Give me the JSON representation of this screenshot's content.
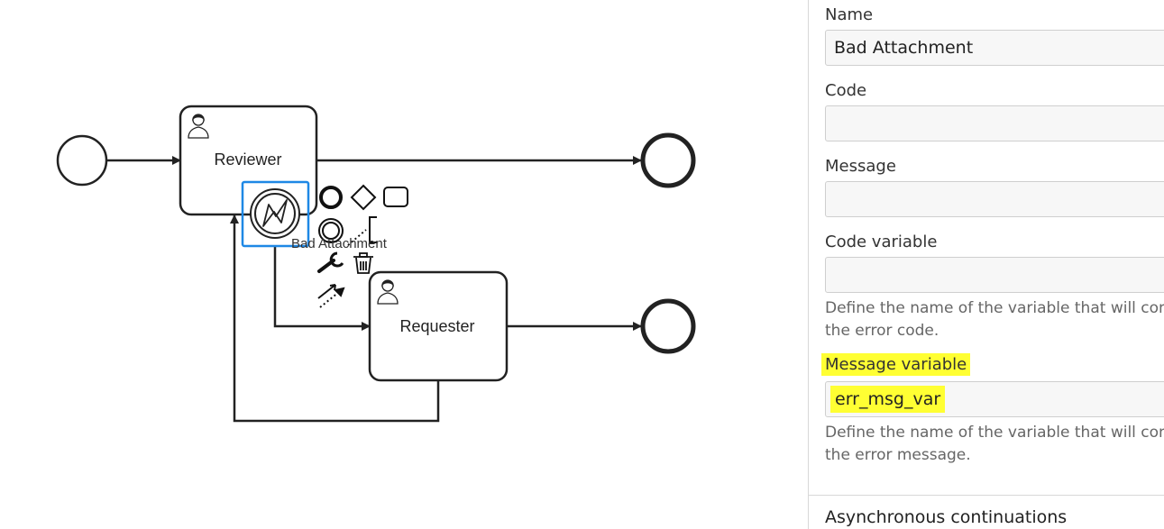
{
  "diagram": {
    "tasks": [
      {
        "label": "Reviewer",
        "icon": "user-icon"
      },
      {
        "label": "Requester",
        "icon": "user-icon"
      }
    ],
    "boundary_event": {
      "label": "Bad Attachment",
      "icon": "error-icon",
      "selected": true
    },
    "context_pad": [
      "end-event-icon",
      "gateway-icon",
      "task-icon",
      "intermediate-event-icon",
      "text-annotation-icon",
      "wrench-icon",
      "trash-icon",
      "connect-icon"
    ],
    "selection_color": "#1e88e5"
  },
  "panel": {
    "name_label": "Name",
    "name_value": "Bad Attachment",
    "code_label": "Code",
    "code_value": "",
    "message_label": "Message",
    "message_value": "",
    "code_var_label": "Code variable",
    "code_var_value": "",
    "code_var_hint_1": "Define the name of the variable that will contain",
    "code_var_hint_2": "the error code.",
    "msg_var_label": "Message variable",
    "msg_var_value": "err_msg_var",
    "msg_var_hint_1": "Define the name of the variable that will contain",
    "msg_var_hint_2": "the error message.",
    "async_title": "Asynchronous continuations",
    "highlight_color": "#ffff33"
  }
}
